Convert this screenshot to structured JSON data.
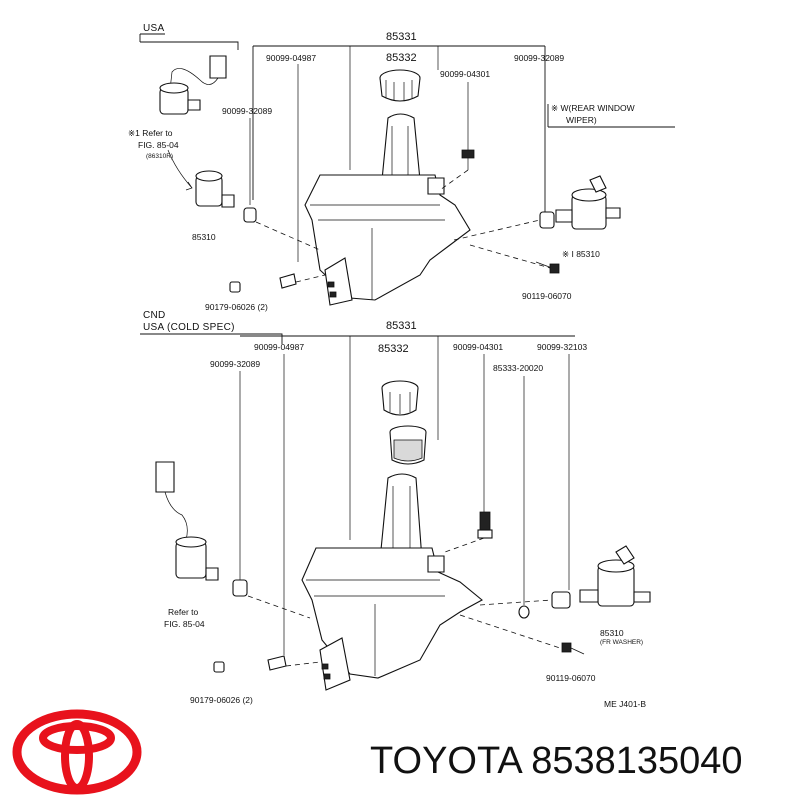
{
  "diagram": {
    "top": {
      "section_label": "USA",
      "labels": {
        "p85331": "85331",
        "p85332": "85332",
        "p90099_04987": "90099-04987",
        "p90099_04301": "90099-04301",
        "p90099_32089_right": "90099-32089",
        "p90099_32089_left": "90099-32089",
        "rear_line1": "※ W(REAR  WINDOW",
        "rear_line2": "WIPER)",
        "refer1": "※1 Refer to",
        "refer2": "FIG. 85-04",
        "refer3": "(86310R)",
        "p85310_left": "85310",
        "p85310_right": "※ I 85310",
        "p90179": "90179-06026 (2)",
        "p90119": "90119-06070"
      }
    },
    "bottom": {
      "section_label_1": "CND",
      "section_label_2": "USA (COLD  SPEC)",
      "labels": {
        "p85331": "85331",
        "p85332": "85332",
        "p90099_04987": "90099-04987",
        "p90099_32089": "90099-32089",
        "p90099_04301": "90099-04301",
        "p90099_32103": "90099-32103",
        "p85333": "85333-20020",
        "refer1": "Refer to",
        "refer2": "FIG. 85-04",
        "p85310": "85310",
        "p85310_note": "(FR WASHER)",
        "p90119": "90119-06070",
        "p90179": "90179-06026 (2)",
        "ref_code": "ME  J401-B"
      }
    }
  },
  "brand": {
    "logo_icon": "toyota-logo-icon",
    "logo_color": "#e8121c",
    "name": "TOYOTA",
    "part_number": "8538135040"
  }
}
